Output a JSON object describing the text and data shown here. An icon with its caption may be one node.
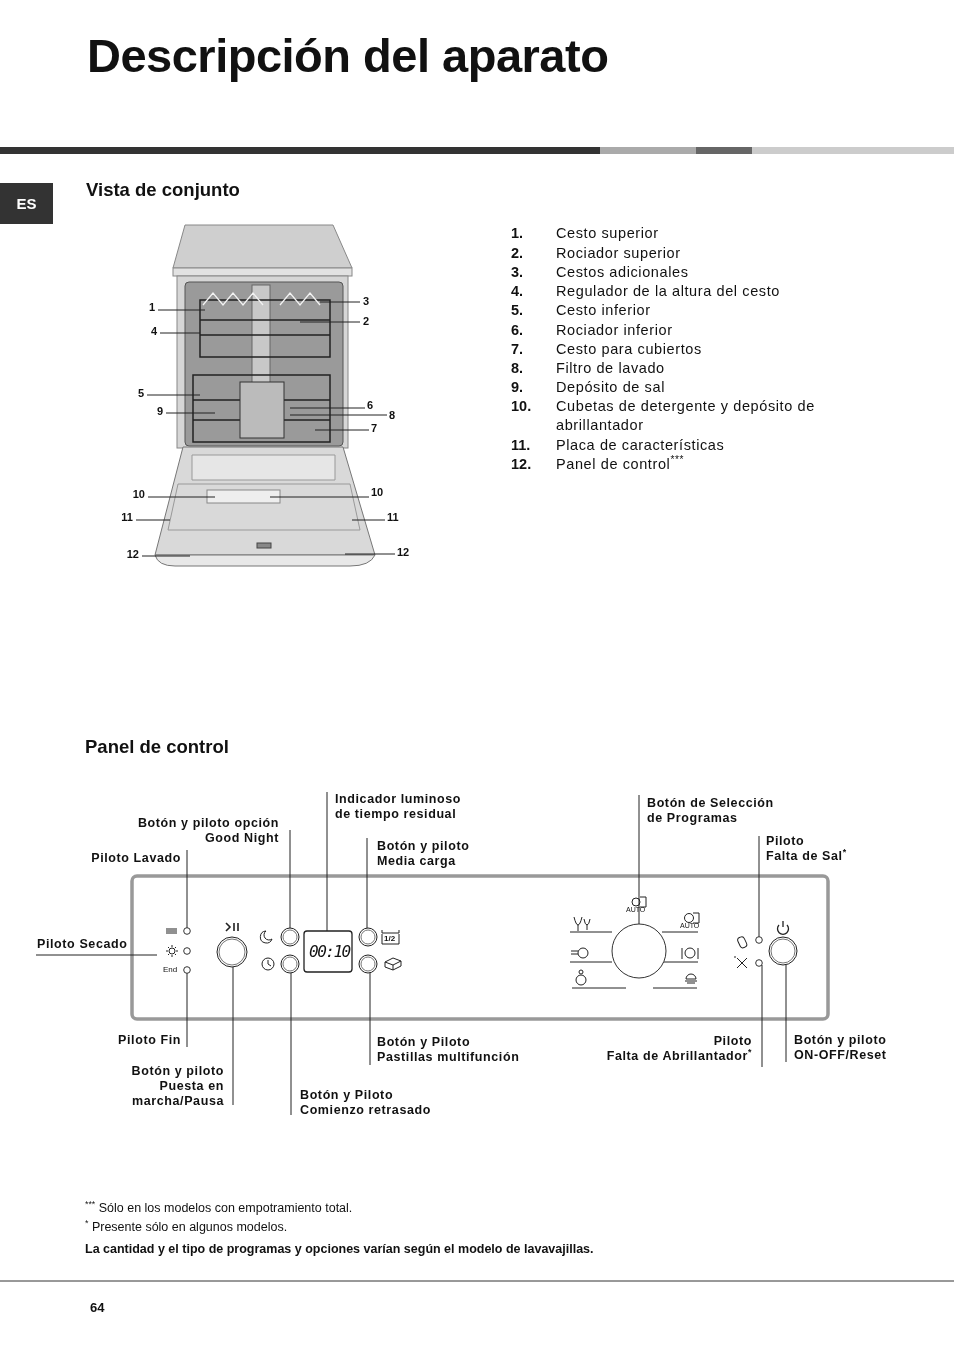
{
  "diagram": {
    "title": "Descripción del aparato",
    "nodes": [
      {
        "text": [
          "1"
        ]
      },
      {
        "text": [
          "3"
        ]
      },
      {
        "text": [
          "2"
        ]
      },
      {
        "text": [
          "4"
        ]
      },
      {
        "text": [
          "5"
        ]
      },
      {
        "text": [
          "9"
        ]
      },
      {
        "text": [
          "6"
        ]
      },
      {
        "text": [
          "8"
        ]
      },
      {
        "text": [
          "7"
        ]
      },
      {
        "text": [
          "10"
        ]
      },
      {
        "text": [
          "10"
        ]
      },
      {
        "text": [
          "11"
        ]
      },
      {
        "text": [
          "11"
        ]
      },
      {
        "text": [
          "12"
        ]
      },
      {
        "text": [
          "12"
        ]
      },
      {
        "text": [
          "Botón y piloto opción Good Night"
        ]
      },
      {
        "text": [
          "Indicador luminoso de tiempo residual"
        ]
      },
      {
        "text": [
          "Botón de Selección de Programas"
        ]
      },
      {
        "text": [
          "Botón y piloto Media carga"
        ]
      },
      {
        "text": [
          "Piloto Lavado"
        ]
      },
      {
        "text": [
          "Piloto Falta de Sal$^{*}$"
        ]
      },
      {
        "text": [
          "Piloto Secado"
        ]
      },
      {
        "text": [
          "Piloto Fin"
        ]
      },
      {
        "text": [
          "Botón y piloto ON-OFF/Reset"
        ]
      },
      {
        "text": [
          "Botón y Piloto Pastillas multifunción"
        ]
      },
      {
        "text": [
          "Piloto Falta de Abrillantador$^{*}$"
        ]
      },
      {
        "text": [
          "Botón y piloto Puesta en marcha/Pausa"
        ]
      },
      {
        "text": [
          "Botón y Piloto Comienzo retrasado"
        ]
      },
      {
        "text": [],
        "shape": "circle"
      },
      {
        "text": [],
        "shape": "circle"
      },
      {
        "text": [],
        "shape": "circle"
      },
      {
        "text": [],
        "shape": "circle"
      },
      {
        "text": [],
        "shape": "circle"
      },
      {
        "text": [],
        "shape": "box"
      },
      {
        "text": [],
        "shape": "circle"
      },
      {
        "text": [],
        "shape": "circle"
      },
      {
        "text": [],
        "shape": "circle"
      },
      {
        "text": [],
        "shape": "circle"
      },
      {
        "text": [],
        "shape": "circle"
      },
      {
        "text": [],
        "shape": "circle"
      }
    ],
    "edges": [
      {
        "from": 0,
        "to": null,
        "arrow": "none"
      },
      {
        "from": 1,
        "to": null,
        "arrow": "none"
      },
      {
        "from": 2,
        "to": null,
        "arrow": "none"
      },
      {
        "from": 3,
        "to": null,
        "arrow": "none"
      },
      {
        "from": 4,
        "to": null,
        "arrow": "none"
      },
      {
        "from": 5,
        "to": null,
        "arrow": "none"
      },
      {
        "from": 6,
        "to": null,
        "arrow": "none"
      },
      {
        "from": 7,
        "to": null,
        "arrow": "none"
      },
      {
        "from": 8,
        "to": null,
        "arrow": "none"
      },
      {
        "from": 9,
        "to": null,
        "arrow": "none"
      },
      {
        "from": 10,
        "to": null,
        "arrow": "none"
      },
      {
        "from": 11,
        "to": null,
        "arrow": "none"
      },
      {
        "from": 12,
        "to": null,
        "arrow": "none"
      },
      {
        "from": 13,
        "to": null,
        "arrow": "none"
      },
      {
        "from": 14,
        "to": null,
        "arrow": "none"
      },
      {
        "from": 15,
        "to": 31,
        "arrow": "none"
      },
      {
        "from": 16,
        "to": 33,
        "arrow": "none"
      },
      {
        "from": 17,
        "to": 36,
        "arrow": "none"
      },
      {
        "from": 18,
        "to": 34,
        "arrow": "none"
      },
      {
        "from": 19,
        "to": 28,
        "arrow": "none"
      },
      {
        "from": 20,
        "to": 37,
        "arrow": "none"
      },
      {
        "from": 21,
        "to": null,
        "arrow": "none"
      },
      {
        "from": 22,
        "to": 29,
        "arrow": "none"
      },
      {
        "from": 23,
        "to": 39,
        "arrow": "none"
      },
      {
        "from": 24,
        "to": 35,
        "arrow": "none"
      },
      {
        "from": 25,
        "to": 38,
        "arrow": "none"
      },
      {
        "from": 26,
        "to": 30,
        "arrow": "none"
      },
      {
        "from": 27,
        "to": 32,
        "arrow": "none"
      }
    ],
    "labels": [
      "ES",
      "Vista de conjunto",
      "1.",
      "Cesto superior",
      "2.",
      "Rociador superior",
      "3.",
      "Cestos adicionales",
      "4.",
      "Regulador de la altura del cesto",
      "5.",
      "Cesto inferior",
      "6.",
      "Rociador inferior",
      "7.",
      "Cesto para cubiertos",
      "8.",
      "Filtro de lavado",
      "9.",
      "Depósito de sal",
      "10.",
      "Cubetas de detergente y depósito de abrillantador",
      "11.",
      "Placa de características",
      "12.",
      "Panel de control$^{***}$",
      "Panel de control",
      "AUTO",
      "AUTO",
      "End",
      "00:10",
      "1/2",
      "$^{***}$ Sólo en los modelos con empotramiento total.",
      "$^{*}$ Presente sólo en algunos modelos.",
      "La cantidad y el tipo de programas y opciones varían según el modelo de lavavajillas.",
      "64"
    ]
  }
}
